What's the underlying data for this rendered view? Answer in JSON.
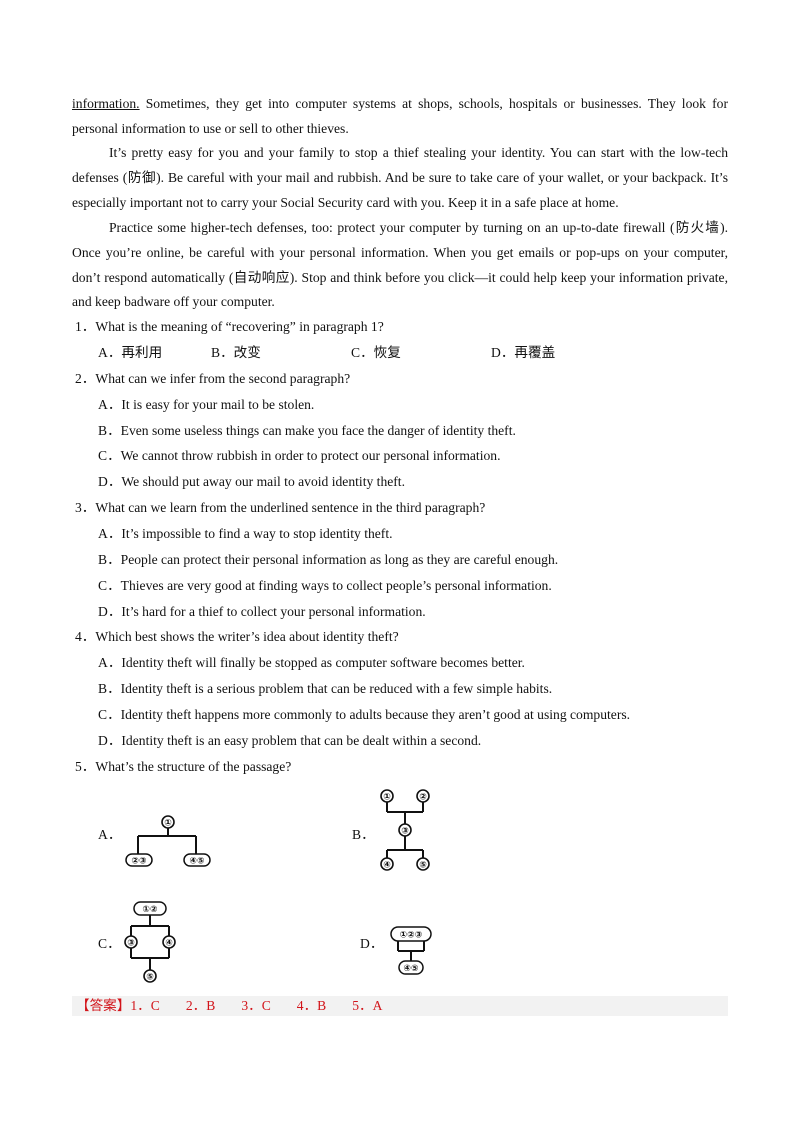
{
  "passage": {
    "p1_underlined": "information.",
    "p1_rest": " Sometimes, they get into computer systems at shops, schools, hospitals or businesses. They look for personal information to use or sell to other thieves.",
    "p2": "It’s pretty easy for you and your family to stop a thief stealing your identity. You can start with the low-tech defenses (防御). Be careful with your mail and rubbish. And be sure to take care of your wallet, or your backpack. It’s especially important not to carry your Social Security card with you. Keep it in a safe place at home.",
    "p3": "Practice some higher-tech defenses, too: protect your computer by turning on an up-to-date firewall (防火墙). Once you’re online, be careful with your personal information. When you get emails or pop-ups on your computer, don’t respond automatically (自动响应). Stop and think before you click—it could help keep your information private, and keep badware off your computer."
  },
  "questions": [
    {
      "stem": "1．What is the meaning of “recovering” in paragraph 1?",
      "options": [
        "A．再利用",
        "B．改变",
        "C．恢复",
        "D．再覆盖"
      ]
    },
    {
      "stem": "2．What can we infer from the second paragraph?",
      "options": [
        "A．It is easy for your mail to be stolen.",
        "B．Even some useless things can make you face the danger of identity theft.",
        "C．We cannot throw rubbish in order to protect our personal information.",
        "D．We should put away our mail to avoid identity theft."
      ]
    },
    {
      "stem": "3．What can we learn from the underlined sentence in the third paragraph?",
      "options": [
        "A．It’s impossible to find a way to stop identity theft.",
        "B．People can protect their personal information as long as they are careful enough.",
        "C．Thieves are very good at finding ways to collect people’s personal information.",
        "D．It’s hard for a thief to collect your personal information."
      ]
    },
    {
      "stem": "4．Which best shows the writer’s idea about identity theft?",
      "options": [
        "A．Identity theft will finally be stopped as computer software becomes better.",
        "B．Identity theft is a serious problem that can be reduced with a few simple habits.",
        "C．Identity theft happens more commonly to adults because they aren’t good at using computers.",
        "D．Identity theft is an easy problem that can be dealt within a second."
      ]
    },
    {
      "stem": "5．What’s the structure of the passage?",
      "options": [
        "A．",
        "B．",
        "C．",
        "D．"
      ]
    }
  ],
  "diagrams": {
    "A": {
      "top": "①",
      "left": "②③",
      "right": "④⑤"
    },
    "B": {
      "top_left": "①",
      "top_right": "②",
      "middle": "③",
      "bottom_left": "④",
      "bottom_right": "⑤"
    },
    "C": {
      "top": "①②",
      "left": "③",
      "right": "④",
      "bottom": "⑤"
    },
    "D": {
      "top": "①②③",
      "bottom": "④⑤"
    }
  },
  "answer": {
    "tag": "【答案】",
    "items": [
      "1．C",
      "2．B",
      "3．C",
      "4．B",
      "5．A"
    ]
  },
  "colors": {
    "answer_red": "#d2141a",
    "answer_bar": "#f2f2f2"
  }
}
